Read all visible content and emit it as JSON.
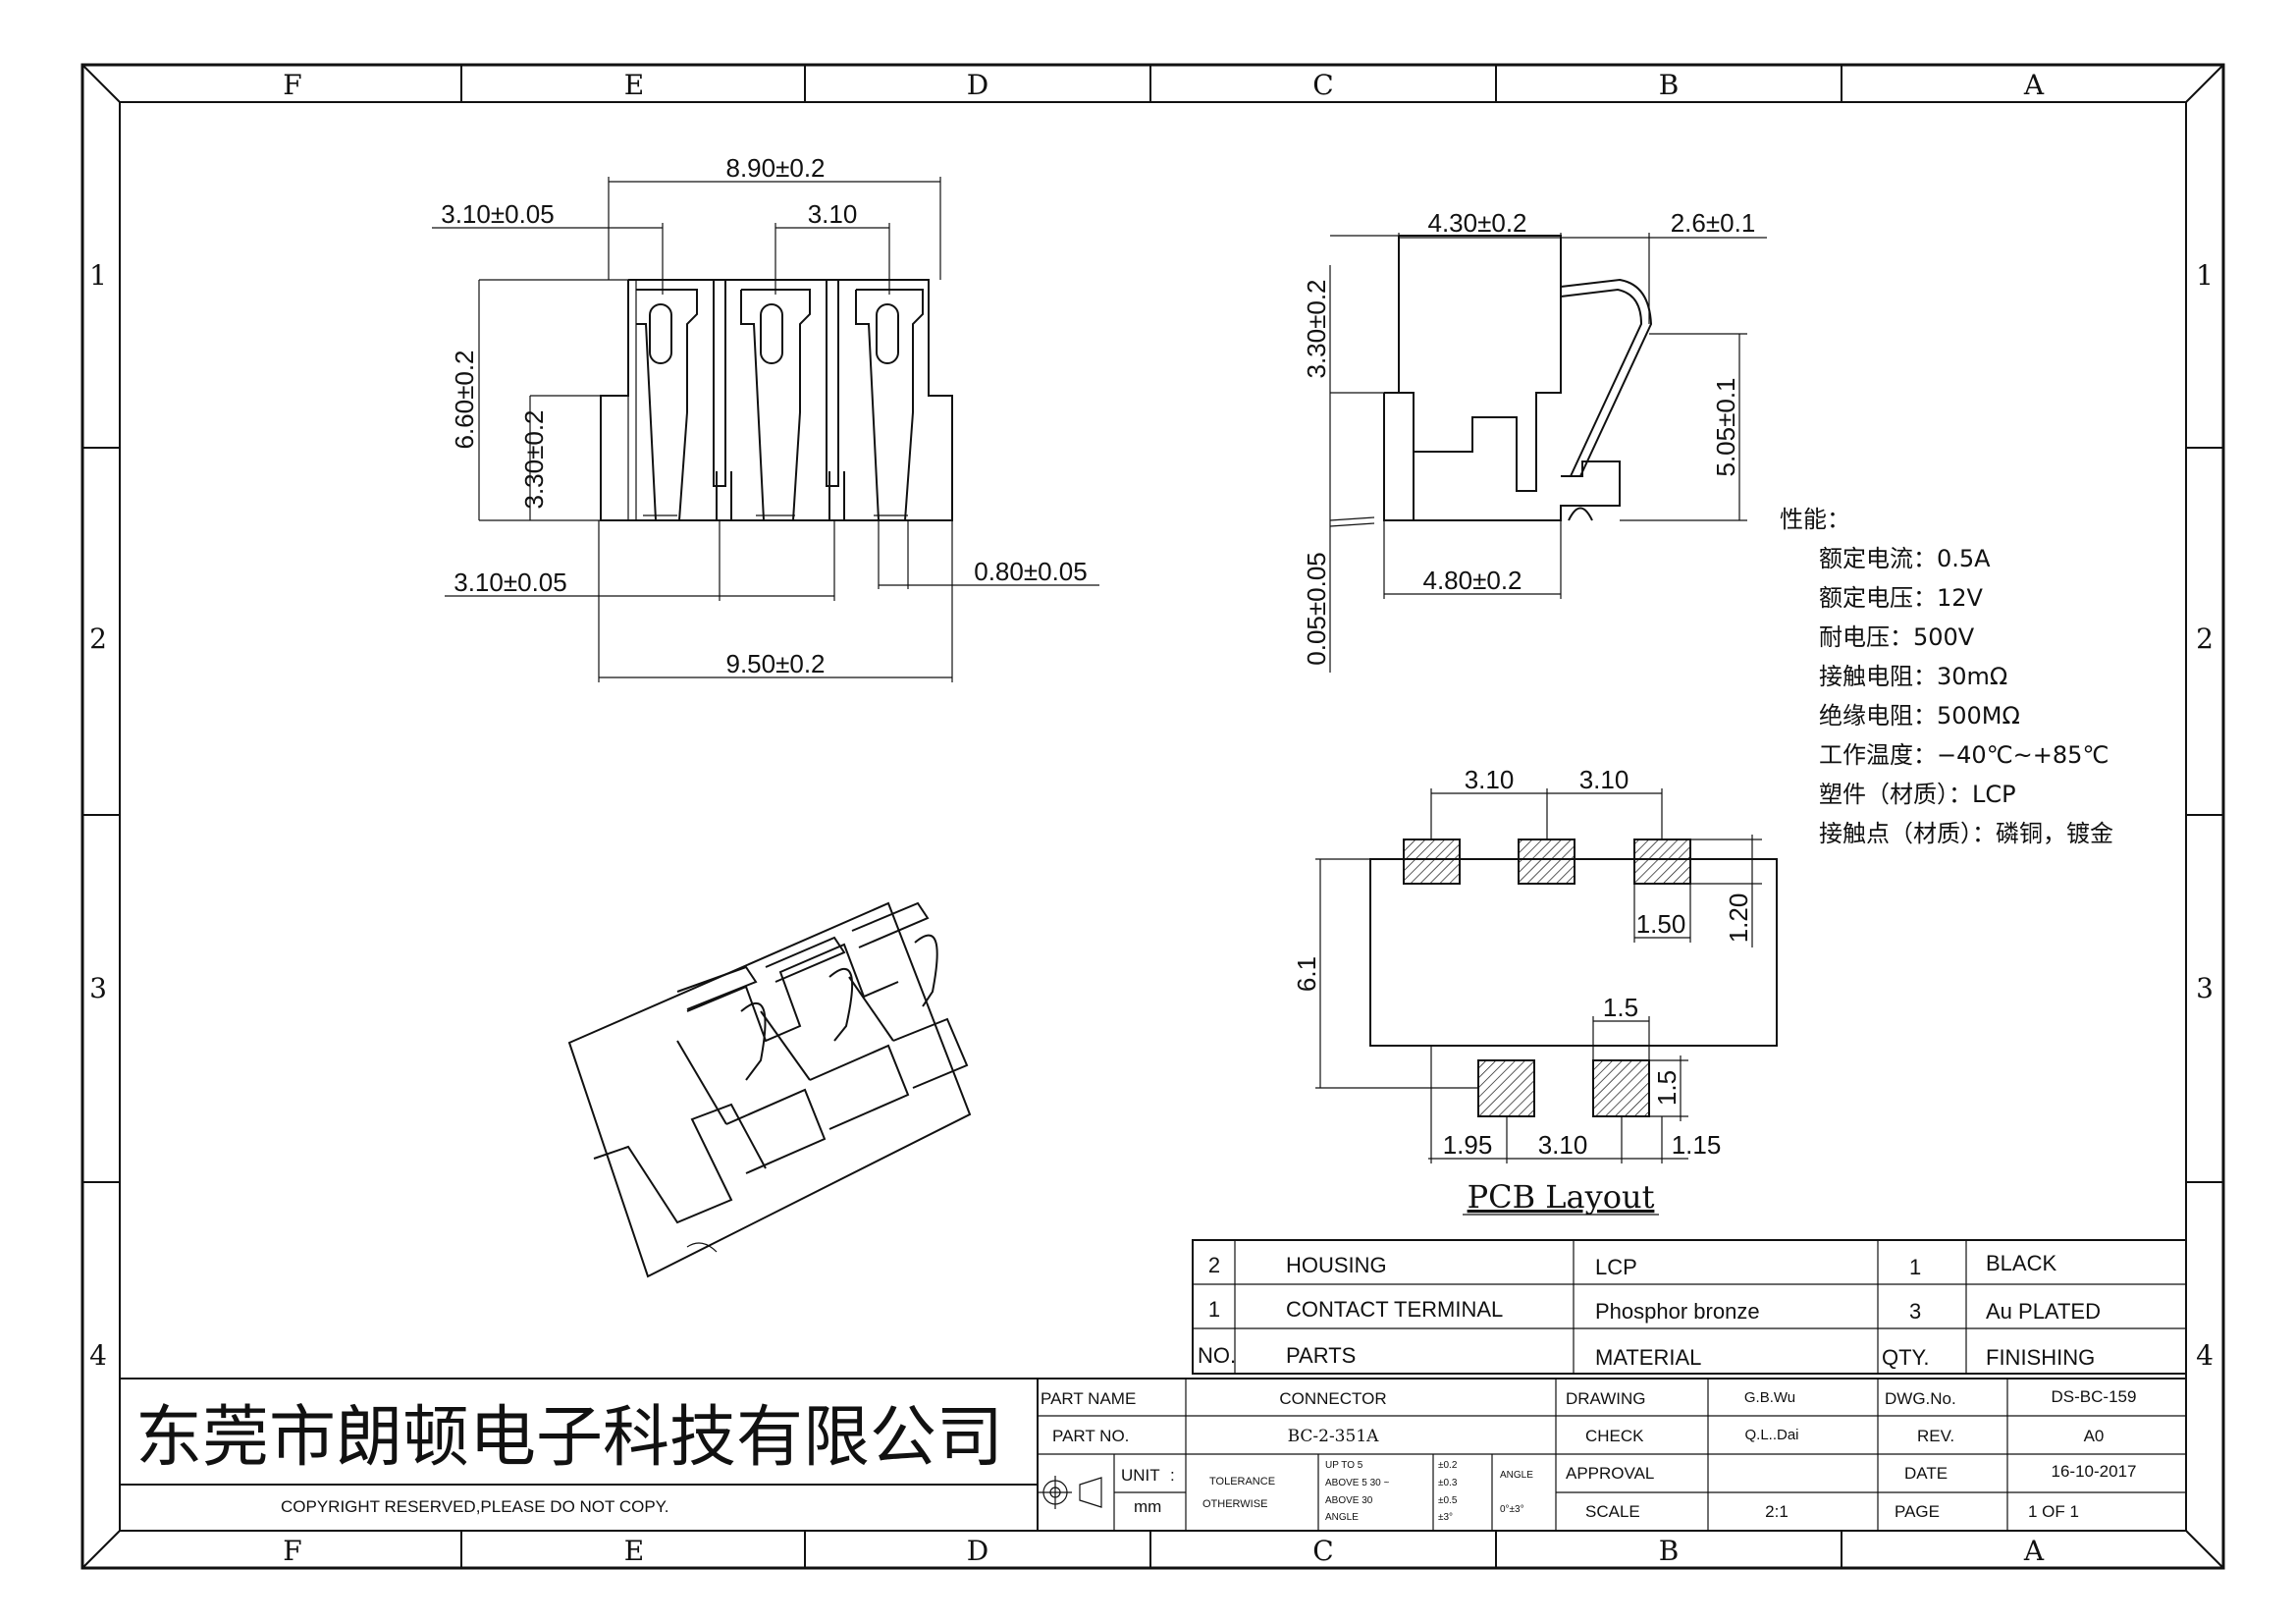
{
  "border": {
    "columns": [
      "F",
      "E",
      "D",
      "C",
      "B",
      "A"
    ],
    "rows": [
      "1",
      "2",
      "3",
      "4"
    ]
  },
  "front_view": {
    "dim_width": "8.90±0.2",
    "dim_pin_offset": "3.10±0.05",
    "dim_pitch": "3.10",
    "dim_height": "6.60±0.2",
    "dim_step": "3.30±0.2",
    "dim_bottom_offset": "3.10±0.05",
    "dim_slot": "0.80±0.05",
    "dim_base": "9.50±0.2"
  },
  "side_view": {
    "dim_body": "4.30±0.2",
    "dim_spring": "2.6±0.1",
    "dim_height": "3.30±0.2",
    "dim_contact": "5.05±0.1",
    "dim_gap": "0.05±0.05",
    "dim_base": "4.80±0.2"
  },
  "specs": {
    "title": "性能：",
    "items": [
      "额定电流：0.5A",
      "额定电压：12V",
      "耐电压：500V",
      "接触电阻：30mΩ",
      "绝缘电阻：500MΩ",
      "工作温度：−40℃~+85℃",
      "塑件（材质）：LCP",
      "接触点（材质）：磷铜，镀金"
    ]
  },
  "pcb_layout": {
    "title": "PCB Layout",
    "dim_pitch_1": "3.10",
    "dim_pitch_2": "3.10",
    "dim_pad_w": "1.50",
    "dim_pad_h": "1.20",
    "dim_height": "6.1",
    "dim_lower_pad_w": "1.5",
    "dim_lower_pad_h": "1.5",
    "dim_left": "1.95",
    "dim_mid": "3.10",
    "dim_right": "1.15"
  },
  "bom": {
    "rows": [
      {
        "no": "2",
        "part": "HOUSING",
        "material": "LCP",
        "qty": "1",
        "finishing": "BLACK"
      },
      {
        "no": "1",
        "part": "CONTACT TERMINAL",
        "material": "Phosphor bronze",
        "qty": "3",
        "finishing": "Au PLATED"
      }
    ],
    "header": {
      "no": "NO.",
      "part": "PARTS",
      "material": "MATERIAL",
      "qty": "QTY.",
      "finishing": "FINISHING"
    }
  },
  "title_block": {
    "company": "东莞市朗顿电子科技有限公司",
    "copyright": "COPYRIGHT RESERVED,PLEASE DO NOT COPY.",
    "part_name_label": "PART NAME",
    "part_name": "CONNECTOR",
    "part_no_label": "PART NO.",
    "part_no": "BC-2-351A",
    "unit_label": "UNIT",
    "unit_colon": ":",
    "unit": "mm",
    "tolerance_label": "TOLERANCE",
    "otherwise_label": "OTHERWISE",
    "tol_rows": [
      {
        "range": "UP TO 5",
        "value": "±0.2"
      },
      {
        "range": "ABOVE 5  30 ~",
        "value": "±0.3"
      },
      {
        "range": "ABOVE 30",
        "value": "±0.5"
      },
      {
        "range": "ANGLE",
        "value": "±3°"
      }
    ],
    "angle_label": "ANGLE",
    "angle_value": "0°±3°",
    "drawing_label": "DRAWING",
    "drawing": "G.B.Wu",
    "check_label": "CHECK",
    "check": "Q.L..Dai",
    "approval_label": "APPROVAL",
    "approval": "",
    "scale_label": "SCALE",
    "scale": "2:1",
    "dwg_no_label": "DWG.No.",
    "dwg_no": "DS-BC-159",
    "rev_label": "REV.",
    "rev": "A0",
    "date_label": "DATE",
    "date": "16-10-2017",
    "page_label": "PAGE",
    "page": "1 OF 1"
  }
}
